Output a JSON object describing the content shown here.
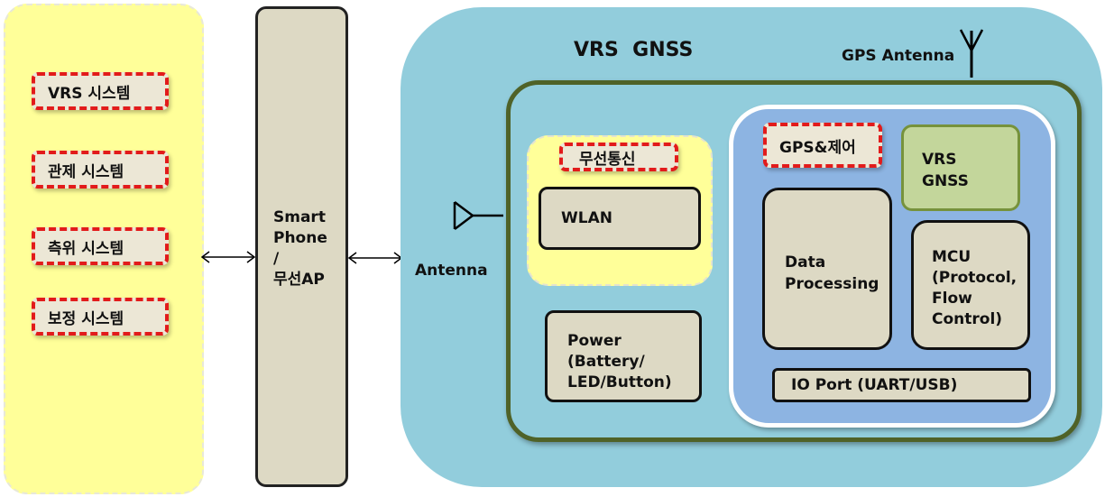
{
  "left_panel": {
    "systems": [
      "VRS 시스템",
      "관제 시스템",
      "측위 시스템",
      "보정 시스템"
    ]
  },
  "phone": {
    "label_lines": [
      "Smart",
      "Phone",
      "/",
      "무선AP"
    ]
  },
  "vrs_panel": {
    "title": "VRS  GNSS",
    "gps_antenna_label": "GPS Antenna",
    "antenna_label": "Antenna",
    "wireless": {
      "tag": "무선통신",
      "wlan": "WLAN"
    },
    "power_lines": [
      "Power",
      "(Battery/",
      "LED/Button)"
    ],
    "gps_control": {
      "tag": "GPS&제어",
      "vrs_gnss_lines": [
        "VRS",
        "GNSS"
      ],
      "data_processing_lines": [
        "Data",
        "Processing"
      ],
      "mcu_lines": [
        "MCU",
        "(Protocol,",
        "Flow",
        "Control)"
      ],
      "io_port": "IO Port (UART/USB)"
    }
  },
  "colors": {
    "left_panel_fill": "#ffff99",
    "module_fill": "#92cddc",
    "board_border": "#4f6228",
    "gps_region_fill": "#8db4e2",
    "box_fill": "#ddd9c4",
    "vrs_gnss_fill": "#c3d69b",
    "tag_border": "#e21b1b"
  }
}
